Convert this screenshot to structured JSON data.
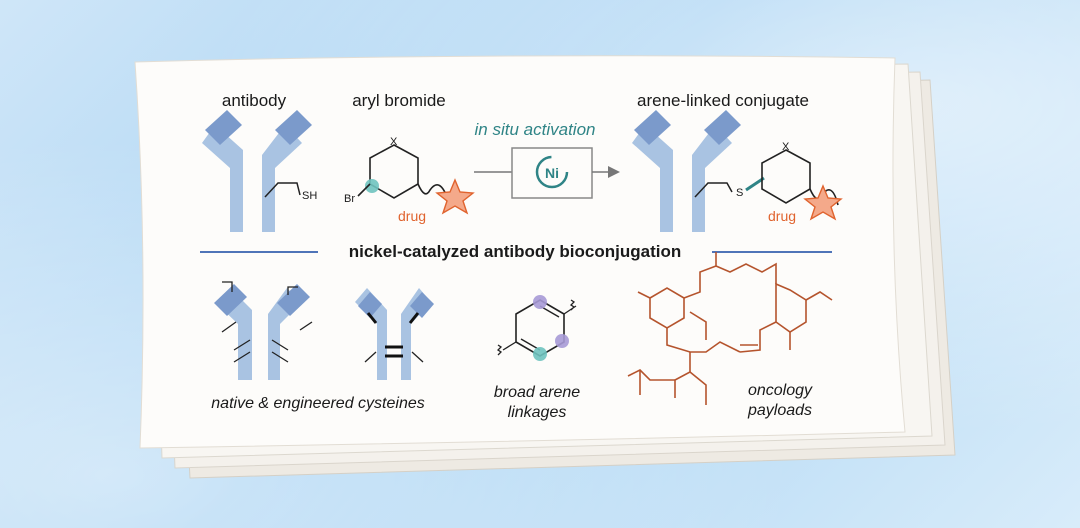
{
  "headings": {
    "antibody": "antibody",
    "aryl_bromide": "aryl bromide",
    "arene_linked_conjugate": "arene-linked conjugate",
    "in_situ_activation": "in situ activation",
    "center_title": "nickel-catalyzed antibody bioconjugation"
  },
  "reagents": {
    "ni": "Ni",
    "drug_left": "drug",
    "drug_right": "drug",
    "sh": "SH",
    "br": "Br",
    "x_left": "X",
    "x_right": "X",
    "s": "S"
  },
  "panels": {
    "cysteines": "native & engineered cysteines",
    "arene_line1": "broad arene",
    "arene_line2": "linkages",
    "payload_line1": "oncology",
    "payload_line2": "payloads"
  },
  "colors": {
    "antibody_light": "#a9c3e2",
    "antibody_dark": "#7b9acb",
    "teal": "#2f8486",
    "orange": "#e0632e",
    "payload": "#b5542d",
    "divider": "#4f74b8",
    "arene_dot_teal": "#6fc3bf",
    "arene_dot_purple": "#a79ad6"
  }
}
